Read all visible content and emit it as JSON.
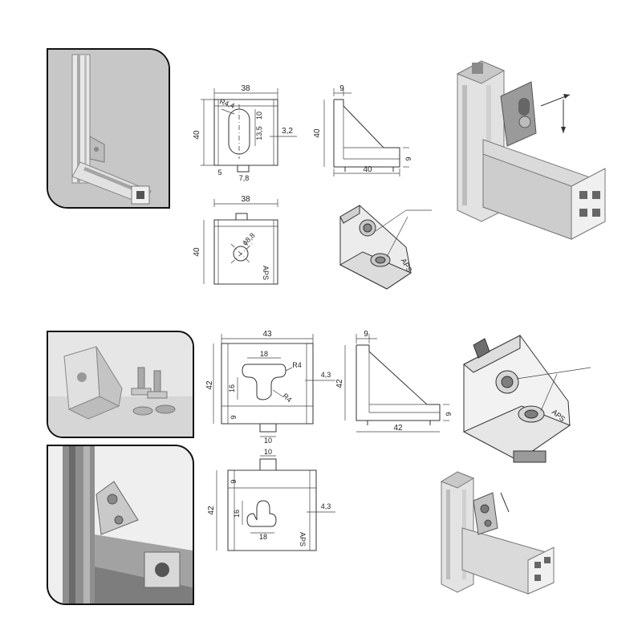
{
  "brand_mark": "APS",
  "bracket_40": {
    "front": {
      "width": "38",
      "height": "40",
      "slot_radius": "R4,4",
      "slot_top": "10",
      "slot_length": "13,5",
      "wall": "3,2",
      "lip": "5",
      "tab": "7,8"
    },
    "side": {
      "top": "9",
      "height": "40",
      "base": "40",
      "foot": "9"
    },
    "bottom": {
      "width": "38",
      "height": "40",
      "hole": "ϕ8,8"
    }
  },
  "bracket_42": {
    "front": {
      "width": "43",
      "height": "42",
      "slot_width": "18",
      "slot_height": "16",
      "radius_upper": "R4",
      "radius_lower": "R4",
      "wall": "4,3",
      "lip": "9",
      "tab": "10"
    },
    "side": {
      "top": "9",
      "height": "42",
      "base": "42",
      "foot": "9"
    },
    "bottom": {
      "tab": "10",
      "height": "42",
      "lip": "9",
      "slot_height": "16",
      "slot_width": "18",
      "wall": "4,3"
    }
  },
  "colors": {
    "line": "#333333",
    "photo_bg": "#cfcfcf",
    "metal_light": "#e6e6e6",
    "metal_mid": "#b8b8b8",
    "metal_dark": "#7a7a7a"
  }
}
